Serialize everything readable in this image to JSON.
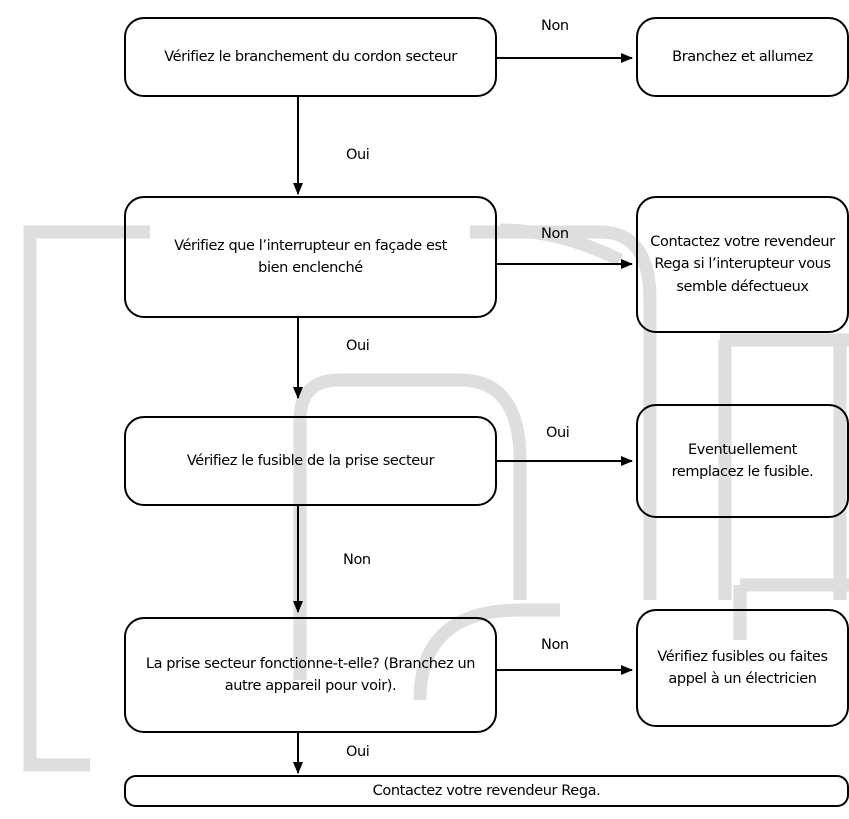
{
  "boxes": {
    "check_power_cord": "Vérifiez le branchement du cordon secteur",
    "plug_in": "Branchez et allumez",
    "check_front_switch": "Vérifiez que l’interrupteur en façade est bien enclenché",
    "contact_dealer_switch": "Contactez votre revendeur Rega si l’interupteur vous semble défectueux",
    "check_plug_fuse": "Vérifiez le fusible de la prise secteur",
    "replace_fuse": "Eventuellement remplacez le fusible.",
    "outlet_works": "La prise secteur fonctionne-t-elle? (Branchez un autre appareil pour voir).",
    "check_fuses_electrician": "Vérifiez fusibles ou faites appel à un électricien",
    "contact_dealer_final": "Contactez votre revendeur Rega."
  },
  "labels": {
    "non_1": "Non",
    "oui_1": "Oui",
    "non_2": "Non",
    "oui_2": "Oui",
    "oui_3": "Oui",
    "non_3": "Non",
    "non_4": "Non",
    "oui_4": "Oui"
  },
  "colors": {
    "watermark": "#dedede",
    "stroke": "#000000"
  }
}
